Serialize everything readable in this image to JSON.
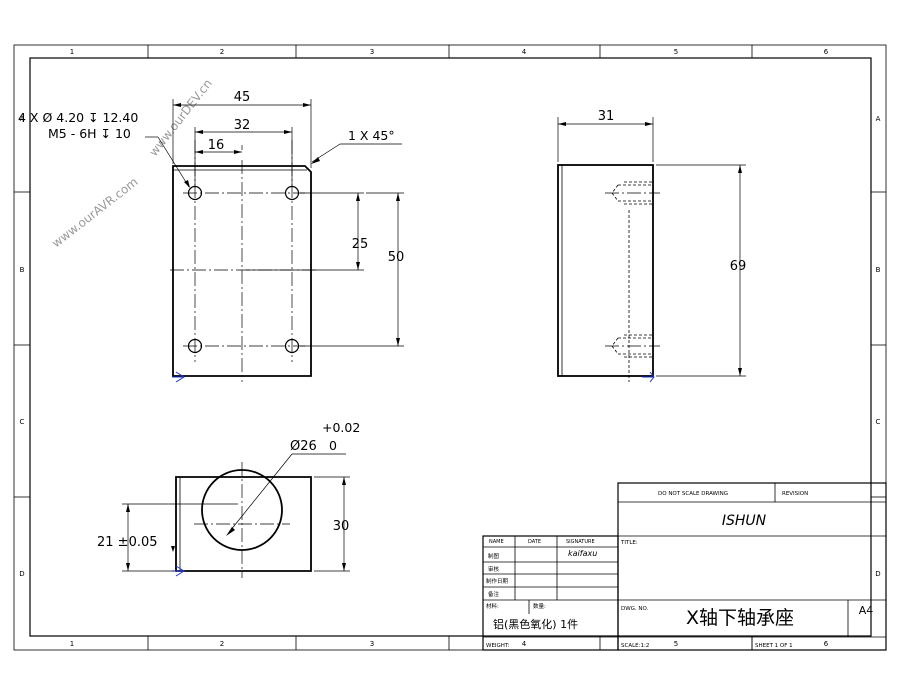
{
  "border": {
    "zones_top": [
      "1",
      "2",
      "3",
      "4",
      "5",
      "6"
    ],
    "zones_bottom": [
      "1",
      "2",
      "3",
      "4",
      "5",
      "6"
    ],
    "zones_side": [
      "A",
      "B",
      "C",
      "D"
    ]
  },
  "watermark": {
    "line1": "www.ourAVR.com",
    "line2": "www.ourDEV.cn"
  },
  "front_view": {
    "hole_note_1": "4 X Ø 4.20 ↧ 12.40",
    "hole_note_2": "M5 - 6H ↧ 10",
    "dim_45": "45",
    "dim_32": "32",
    "dim_16": "16",
    "chamfer": "1 X 45°",
    "dim_25": "25",
    "dim_50": "50"
  },
  "side_view": {
    "dim_31": "31",
    "dim_69": "69"
  },
  "bottom_view": {
    "tol_upper": "+0.02",
    "bore": "Ø26",
    "tol_lower": "0",
    "dim_21": "21 ±0.05",
    "dim_30": "30"
  },
  "title_block": {
    "do_not_scale": "DO NOT SCALE DRAWING",
    "revision": "REVISION",
    "company": "ISHUN",
    "title_label": "TITLE:",
    "name": "NAME",
    "date": "DATE",
    "signature": "SIGNATURE",
    "signature_value": "kaifaxu",
    "row_1": "制图",
    "row_2": "审核",
    "row_3": "制作日期",
    "row_4": "备注",
    "material_label": "材料:",
    "qty_label": "数量:",
    "material_value": "铝(黑色氧化) 1件",
    "dwg_no_label": "DWG. NO.",
    "dwg_title": "X轴下轴承座",
    "size": "A4",
    "weight": "WEIGHT:",
    "scale": "SCALE:1:2",
    "sheet": "SHEET 1 OF 1"
  }
}
